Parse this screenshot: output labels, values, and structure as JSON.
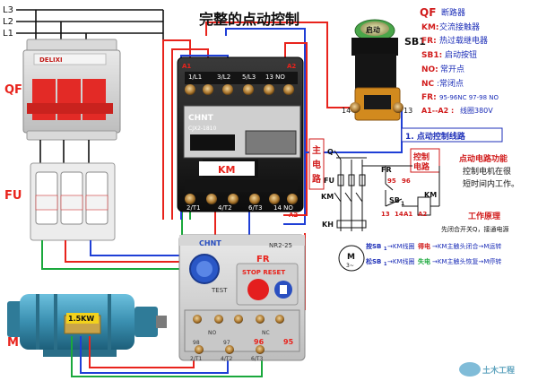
{
  "colors": {
    "wire_red": "#e8231c",
    "wire_blue": "#1f3fd6",
    "wire_green": "#1aa83c",
    "wire_black": "#111111",
    "legend_red": "#d11b1b",
    "legend_blue": "#1d2fb8",
    "title": "#111111",
    "motor_body": "#3a8fb0"
  },
  "title": "完整的点动控制",
  "lines": {
    "l3": "L3",
    "l2": "L2",
    "l1": "L1"
  },
  "breaker": {
    "tag": "QF",
    "brand": "DELIXI"
  },
  "fuse": {
    "tag": "FU"
  },
  "motor": {
    "tag": "M",
    "power": "1.5KW"
  },
  "button": {
    "tag": "SB1",
    "label": "启动",
    "terminal_left": "14",
    "terminal_right": "13"
  },
  "contactor": {
    "brand": "CHNT",
    "model": "CJX2-1810",
    "label": "KM",
    "top_terminals": [
      "A1",
      "1/L1",
      "3/L2",
      "5/L3",
      "13  NO",
      "A2"
    ],
    "bottom_terminals": [
      "2/T1",
      "4/T2",
      "6/T3",
      "14  NO",
      "A2"
    ]
  },
  "relay": {
    "label": "FR",
    "brand": "CHNT",
    "model": "NR2-25",
    "stop_reset": "STOP  RESET",
    "test": "TEST",
    "no": "NO",
    "nc": "NC",
    "t97": "97",
    "t98": "98",
    "t96": "96",
    "t95": "95",
    "bottom_terminals": [
      "2/T1",
      "4/T2",
      "6/T3"
    ]
  },
  "legend": {
    "qf_key": "QF",
    "qf_val": "断路器",
    "km_key": "KM:",
    "km_val": "交流接触器",
    "fr_key": "FR:",
    "fr_val": "热过载继电器",
    "sb1_key": "SB1:",
    "sb1_val": "启动按钮",
    "no_key": "NO:",
    "no_val": "常开点",
    "nc_key": "NC",
    "nc_val": ":常闭点",
    "fr2_key": "FR:",
    "fr2_val": "95-96NC  97-98 NO",
    "a_key": "A1--A2 :",
    "a_val": "线圈380V"
  },
  "schematic": {
    "section_title": "1. 点动控制线路",
    "main_circuit": [
      "主",
      "电",
      "路"
    ],
    "control_circuit": [
      "控制",
      "电路"
    ],
    "q": "Q",
    "fu": "FU",
    "km": "KM",
    "kh": "KH",
    "fr": "FR",
    "sb1": "SB",
    "sb1_sub": "1",
    "km_coil": "KM",
    "n95": "95",
    "n96": "96",
    "n13": "13",
    "n14": "14",
    "na1": "A1",
    "na2": "A2",
    "motor_m": "M",
    "motor_phase": "3~",
    "func_title": "点动电路功能",
    "func_line1": "控制电机在很",
    "func_line2": "短时间内工作。",
    "principle_title": "工作原理",
    "principle_line": "先闭合开关Q，接通电源",
    "press_prefix": "按SB",
    "press_sub": "1",
    "press_a": "→KM线圈",
    "press_b": "得电",
    "press_c": "→KM主触头闭合→M运转",
    "release_prefix": "松SB",
    "release_sub": "1",
    "release_a": "→KM线圈",
    "release_b": "失电",
    "release_c": "→KM主触头恢复→M停转"
  },
  "watermark": "土木工程"
}
